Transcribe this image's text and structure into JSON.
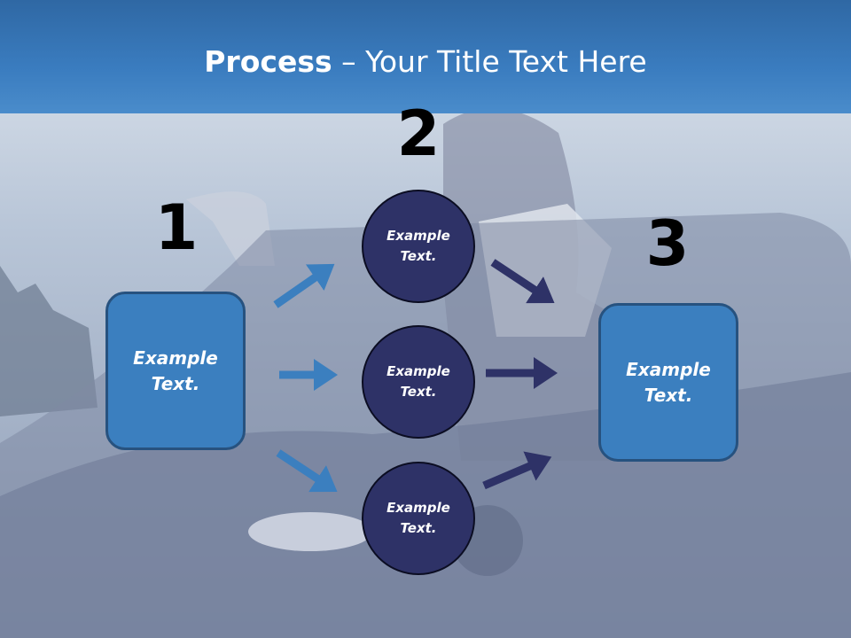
{
  "title": {
    "bold": "Process",
    "rest": " – Your Title Text Here"
  },
  "steps": [
    {
      "number": "1",
      "label_line1": "Example",
      "label_line2": "Text."
    },
    {
      "number": "2",
      "label_line1": "Example",
      "label_line2": "Text."
    },
    {
      "number": "3",
      "label_line1": "Example",
      "label_line2": "Text."
    }
  ],
  "circles": [
    {
      "line1": "Example",
      "line2": "Text."
    },
    {
      "line1": "Example",
      "line2": "Text."
    },
    {
      "line1": "Example",
      "line2": "Text."
    }
  ],
  "colors": {
    "box": "#3b7fbf",
    "circle": "#2e3267",
    "arrow_light": "#3b7fbf",
    "arrow_dark": "#2e3267",
    "title_bar": "#3a7cbf"
  }
}
